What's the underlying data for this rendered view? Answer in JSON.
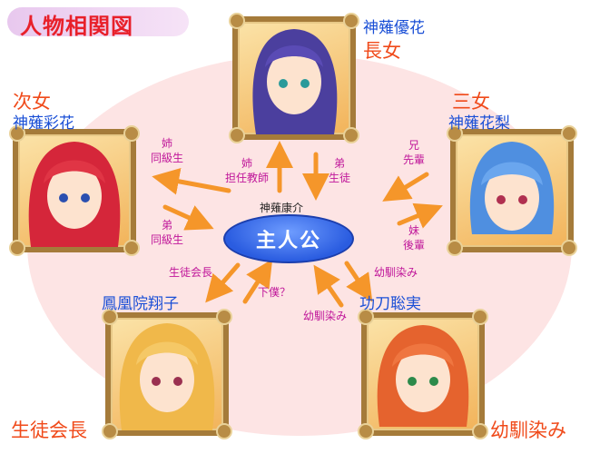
{
  "title": "人物相関図",
  "center": {
    "name": "神薙康介",
    "label": "主人公"
  },
  "characters": {
    "yuka": {
      "name": "神薙優花",
      "role": "長女"
    },
    "ayaka": {
      "name": "神薙彩花",
      "role": "次女"
    },
    "karin": {
      "name": "神薙花梨",
      "role": "三女"
    },
    "shoko": {
      "name": "鳳凰院翔子",
      "role": "生徒会長"
    },
    "satomi": {
      "name": "功刀聡実",
      "role": "幼馴染み"
    }
  },
  "relations": {
    "yuka_to_hero_1": "姉",
    "yuka_to_hero_2": "担任教師",
    "hero_to_yuka_1": "弟",
    "hero_to_yuka_2": "生徒",
    "ayaka_to_hero_1": "姉",
    "ayaka_to_hero_2": "同級生",
    "hero_to_ayaka_1": "弟",
    "hero_to_ayaka_2": "同級生",
    "karin_to_hero_1": "兄",
    "karin_to_hero_2": "先輩",
    "hero_to_karin_1": "妹",
    "hero_to_karin_2": "後輩",
    "shoko_hero_1": "生徒会長",
    "shoko_hero_2": "下僕？",
    "satomi_hero_1": "幼馴染み",
    "satomi_hero_2": "幼馴染み"
  },
  "colors": {
    "arrow": "#f5962a",
    "name": "#1a4fd6",
    "role": "#f04a1a",
    "relation": "#c0179a"
  }
}
